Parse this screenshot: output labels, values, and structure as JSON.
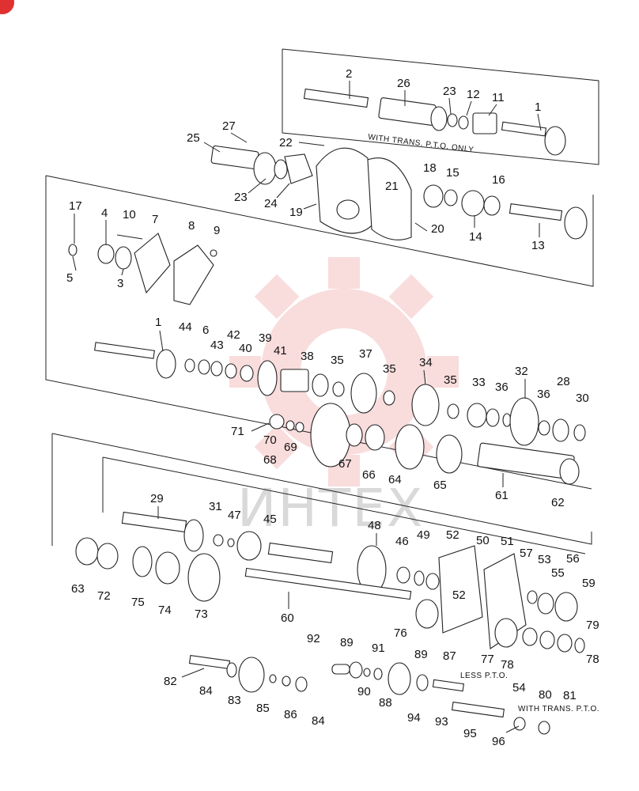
{
  "watermark": {
    "text": "ИНТЕХ",
    "color": "#f5c0c0"
  },
  "corner_badge": {
    "color": "#e03030"
  },
  "captions": {
    "trans_pto_top": "WITH TRANS. P.T.O. ONLY",
    "less_pto": "LESS P.T.O.",
    "trans_pto_bottom": "WITH TRANS. P.T.O."
  },
  "labels": [
    {
      "id": "l-2a",
      "text": "2"
    },
    {
      "id": "l-26",
      "text": "26"
    },
    {
      "id": "l-23a",
      "text": "23"
    },
    {
      "id": "l-12",
      "text": "12"
    },
    {
      "id": "l-11",
      "text": "11"
    },
    {
      "id": "l-1a",
      "text": "1"
    },
    {
      "id": "l-27",
      "text": "27"
    },
    {
      "id": "l-25",
      "text": "25"
    },
    {
      "id": "l-22",
      "text": "22"
    },
    {
      "id": "l-23b",
      "text": "23"
    },
    {
      "id": "l-24",
      "text": "24"
    },
    {
      "id": "l-19",
      "text": "19"
    },
    {
      "id": "l-21",
      "text": "21"
    },
    {
      "id": "l-20",
      "text": "20"
    },
    {
      "id": "l-18",
      "text": "18"
    },
    {
      "id": "l-15",
      "text": "15"
    },
    {
      "id": "l-16",
      "text": "16"
    },
    {
      "id": "l-14",
      "text": "14"
    },
    {
      "id": "l-13",
      "text": "13"
    },
    {
      "id": "l-17",
      "text": "17"
    },
    {
      "id": "l-4",
      "text": "4"
    },
    {
      "id": "l-10",
      "text": "10"
    },
    {
      "id": "l-7",
      "text": "7"
    },
    {
      "id": "l-8",
      "text": "8"
    },
    {
      "id": "l-9",
      "text": "9"
    },
    {
      "id": "l-5",
      "text": "5"
    },
    {
      "id": "l-3",
      "text": "3"
    },
    {
      "id": "l-1b",
      "text": "1"
    },
    {
      "id": "l-44",
      "text": "44"
    },
    {
      "id": "l-6",
      "text": "6"
    },
    {
      "id": "l-42",
      "text": "42"
    },
    {
      "id": "l-43",
      "text": "43"
    },
    {
      "id": "l-40",
      "text": "40"
    },
    {
      "id": "l-39",
      "text": "39"
    },
    {
      "id": "l-41",
      "text": "41"
    },
    {
      "id": "l-38",
      "text": "38"
    },
    {
      "id": "l-35a",
      "text": "35"
    },
    {
      "id": "l-37",
      "text": "37"
    },
    {
      "id": "l-35b",
      "text": "35"
    },
    {
      "id": "l-34",
      "text": "34"
    },
    {
      "id": "l-35c",
      "text": "35"
    },
    {
      "id": "l-33",
      "text": "33"
    },
    {
      "id": "l-36a",
      "text": "36"
    },
    {
      "id": "l-32",
      "text": "32"
    },
    {
      "id": "l-36b",
      "text": "36"
    },
    {
      "id": "l-28",
      "text": "28"
    },
    {
      "id": "l-30",
      "text": "30"
    },
    {
      "id": "l-71",
      "text": "71"
    },
    {
      "id": "l-70",
      "text": "70"
    },
    {
      "id": "l-69",
      "text": "69"
    },
    {
      "id": "l-68",
      "text": "68"
    },
    {
      "id": "l-67",
      "text": "67"
    },
    {
      "id": "l-66",
      "text": "66"
    },
    {
      "id": "l-64",
      "text": "64"
    },
    {
      "id": "l-65",
      "text": "65"
    },
    {
      "id": "l-61",
      "text": "61"
    },
    {
      "id": "l-62",
      "text": "62"
    },
    {
      "id": "l-29",
      "text": "29"
    },
    {
      "id": "l-31",
      "text": "31"
    },
    {
      "id": "l-47",
      "text": "47"
    },
    {
      "id": "l-45",
      "text": "45"
    },
    {
      "id": "l-48",
      "text": "48"
    },
    {
      "id": "l-46",
      "text": "46"
    },
    {
      "id": "l-49",
      "text": "49"
    },
    {
      "id": "l-52a",
      "text": "52"
    },
    {
      "id": "l-50",
      "text": "50"
    },
    {
      "id": "l-51",
      "text": "51"
    },
    {
      "id": "l-57",
      "text": "57"
    },
    {
      "id": "l-53",
      "text": "53"
    },
    {
      "id": "l-56",
      "text": "56"
    },
    {
      "id": "l-55",
      "text": "55"
    },
    {
      "id": "l-59",
      "text": "59"
    },
    {
      "id": "l-52b",
      "text": "52"
    },
    {
      "id": "l-63",
      "text": "63"
    },
    {
      "id": "l-72",
      "text": "72"
    },
    {
      "id": "l-75",
      "text": "75"
    },
    {
      "id": "l-74",
      "text": "74"
    },
    {
      "id": "l-73",
      "text": "73"
    },
    {
      "id": "l-60",
      "text": "60"
    },
    {
      "id": "l-76",
      "text": "76"
    },
    {
      "id": "l-79",
      "text": "79"
    },
    {
      "id": "l-77",
      "text": "77"
    },
    {
      "id": "l-78a",
      "text": "78"
    },
    {
      "id": "l-78b",
      "text": "78"
    },
    {
      "id": "l-92",
      "text": "92"
    },
    {
      "id": "l-89a",
      "text": "89"
    },
    {
      "id": "l-91",
      "text": "91"
    },
    {
      "id": "l-89b",
      "text": "89"
    },
    {
      "id": "l-87",
      "text": "87"
    },
    {
      "id": "l-90",
      "text": "90"
    },
    {
      "id": "l-88",
      "text": "88"
    },
    {
      "id": "l-94",
      "text": "94"
    },
    {
      "id": "l-93",
      "text": "93"
    },
    {
      "id": "l-54",
      "text": "54"
    },
    {
      "id": "l-80",
      "text": "80"
    },
    {
      "id": "l-81",
      "text": "81"
    },
    {
      "id": "l-82",
      "text": "82"
    },
    {
      "id": "l-84a",
      "text": "84"
    },
    {
      "id": "l-83",
      "text": "83"
    },
    {
      "id": "l-85",
      "text": "85"
    },
    {
      "id": "l-86",
      "text": "86"
    },
    {
      "id": "l-84b",
      "text": "84"
    },
    {
      "id": "l-95",
      "text": "95"
    },
    {
      "id": "l-96",
      "text": "96"
    }
  ]
}
